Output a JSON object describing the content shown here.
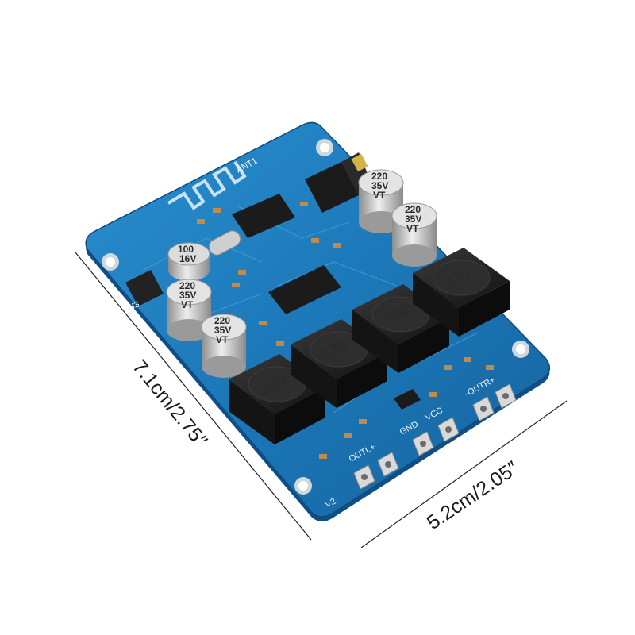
{
  "dimensions": {
    "height_label": "7.1cm/2.75″",
    "width_label": "5.2cm/2.05″"
  },
  "board": {
    "antenna_label": "ANT1",
    "left_channel_label": "OUTL+",
    "right_channel_label": "-OUTR+",
    "gnd_label": "GND",
    "vcc_label": "VCC",
    "version_label": "V2",
    "u3_label": "U3",
    "capacitor_small_value": "100",
    "capacitor_small_voltage": "16V",
    "capacitor_large_value": "220",
    "capacitor_large_voltage": "35V",
    "capacitor_series": "VT",
    "inductor_value": "330"
  },
  "colors": {
    "pcb_blue": "#1c78b8",
    "pcb_edge": "#0f4f86",
    "inductor_black": "#1e1e1e",
    "terminal_silver": "#d9d9d9"
  }
}
